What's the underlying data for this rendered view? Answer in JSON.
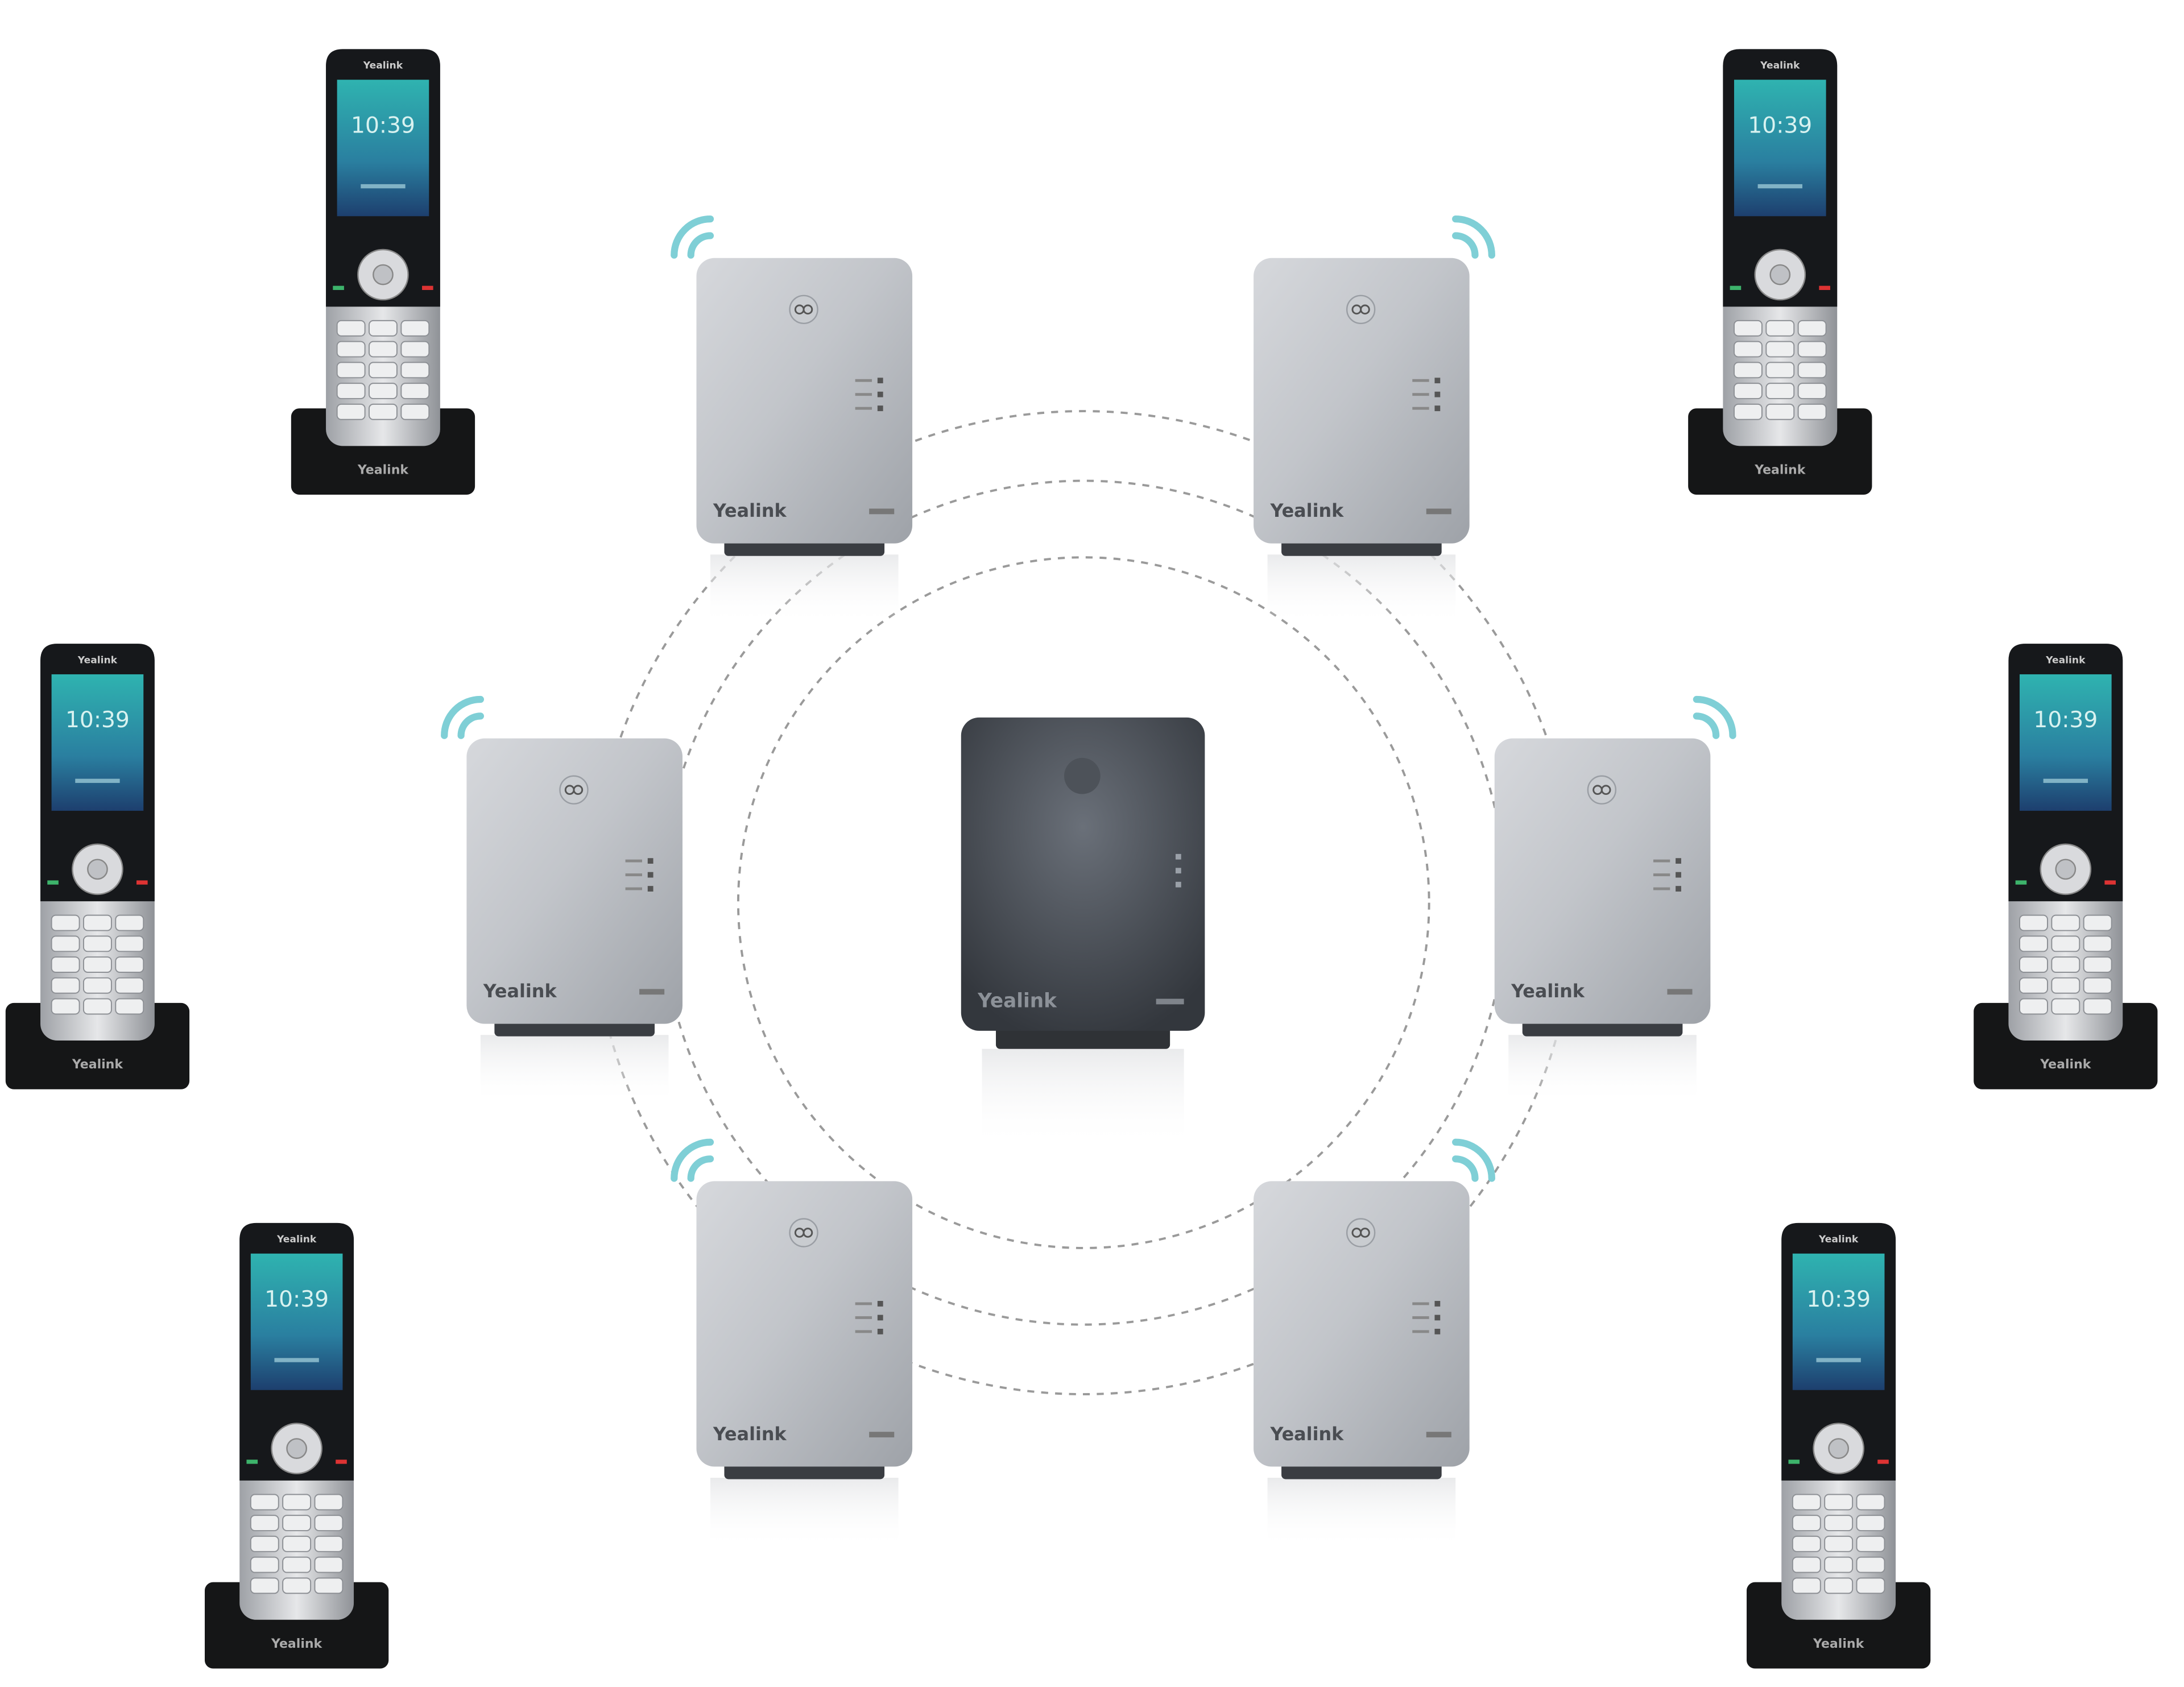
{
  "brand": "Yealink",
  "handset": {
    "time": "10:39"
  },
  "devices": {
    "base_station_count": 1,
    "repeater_count": 6,
    "handset_count": 6
  },
  "colors": {
    "background": "#ffffff",
    "signal_waves": "#7fcfd6",
    "base_station": "#3c4046",
    "repeater": "#b4b7bc",
    "handset_screen": "#2a8aa0",
    "dock": "#151617",
    "dashed_links": "#9a9a9a"
  },
  "icons": [
    "wifi-signal-icon",
    "logo-icon",
    "led-indicator-icon"
  ]
}
